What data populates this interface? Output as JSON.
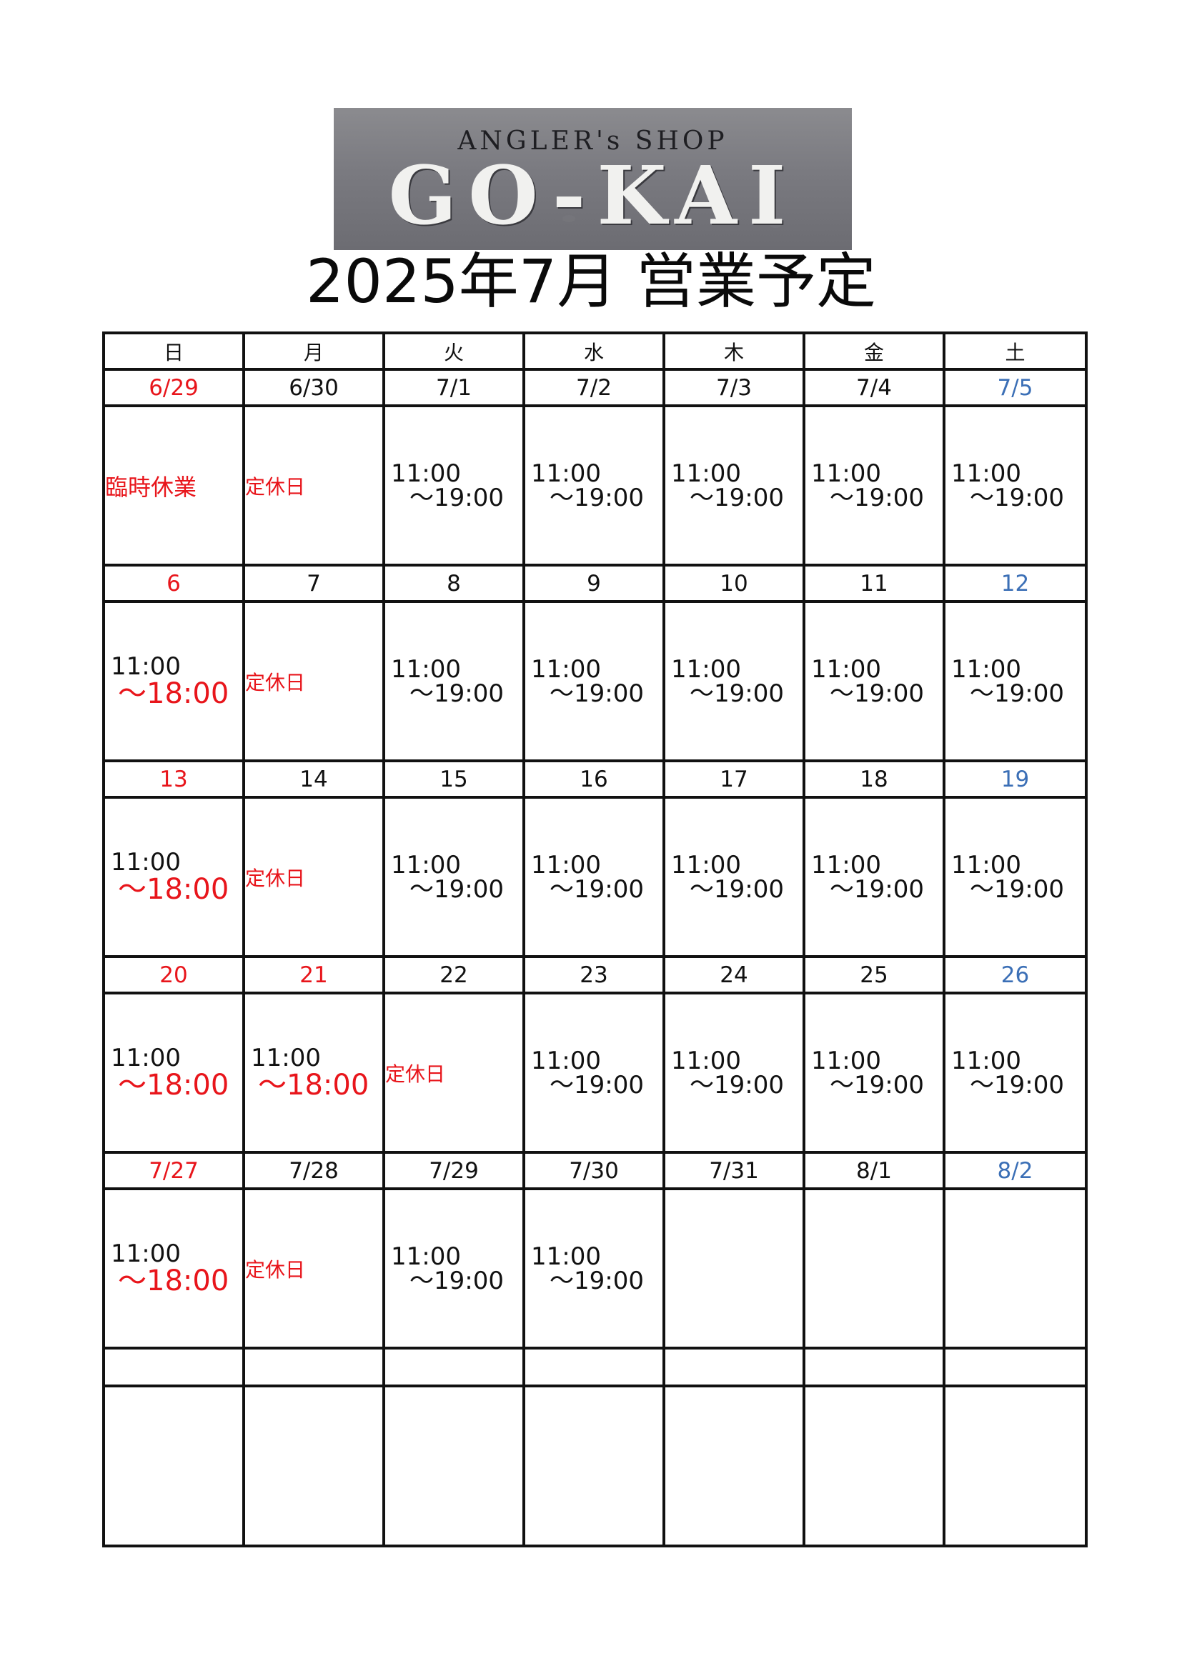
{
  "logo": {
    "tagline": "ANGLER's SHOP",
    "name": "GO-KAI"
  },
  "title": "2025年7月 営業予定",
  "weekdays": [
    "日",
    "月",
    "火",
    "水",
    "木",
    "金",
    "土"
  ],
  "hours": {
    "open": "11:00",
    "close_weekday": "～19:00",
    "close_sunday": "～18:00",
    "regular_holiday": "定休日",
    "temporary_closure": "臨時休業"
  },
  "weeks": [
    {
      "dates": [
        "6/29",
        "6/30",
        "7/1",
        "7/2",
        "7/3",
        "7/4",
        "7/5"
      ]
    },
    {
      "dates": [
        "6",
        "7",
        "8",
        "9",
        "10",
        "11",
        "12"
      ]
    },
    {
      "dates": [
        "13",
        "14",
        "15",
        "16",
        "17",
        "18",
        "19"
      ]
    },
    {
      "dates": [
        "20",
        "21",
        "22",
        "23",
        "24",
        "25",
        "26"
      ]
    },
    {
      "dates": [
        "7/27",
        "7/28",
        "7/29",
        "7/30",
        "7/31",
        "8/1",
        "8/2"
      ]
    }
  ],
  "colors": {
    "holiday": "#e8151b",
    "saturday": "#3b6fb6",
    "border": "#111111"
  }
}
